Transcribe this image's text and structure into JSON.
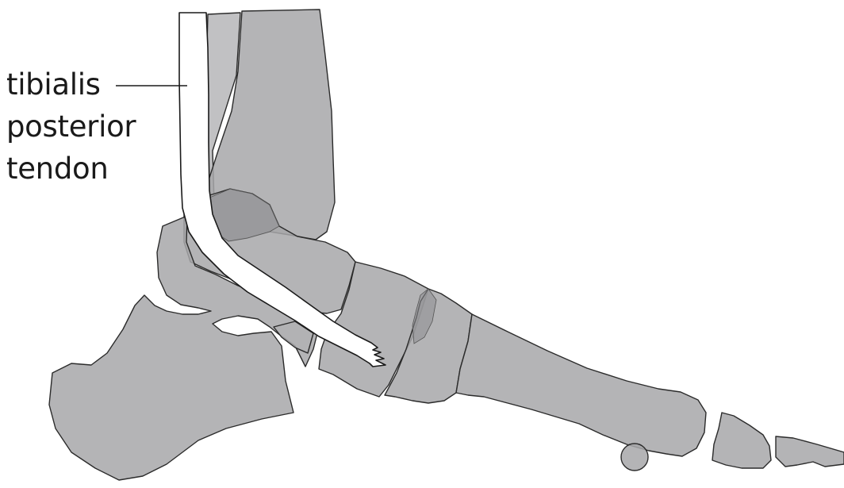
{
  "label": {
    "lines": [
      "tibialis",
      "posterior",
      "tendon"
    ]
  },
  "colors": {
    "bone_fill": "#a7a7a9",
    "bone_outline": "#2b2b2b",
    "tendon_fill": "#ffffff",
    "background": "#ffffff"
  }
}
